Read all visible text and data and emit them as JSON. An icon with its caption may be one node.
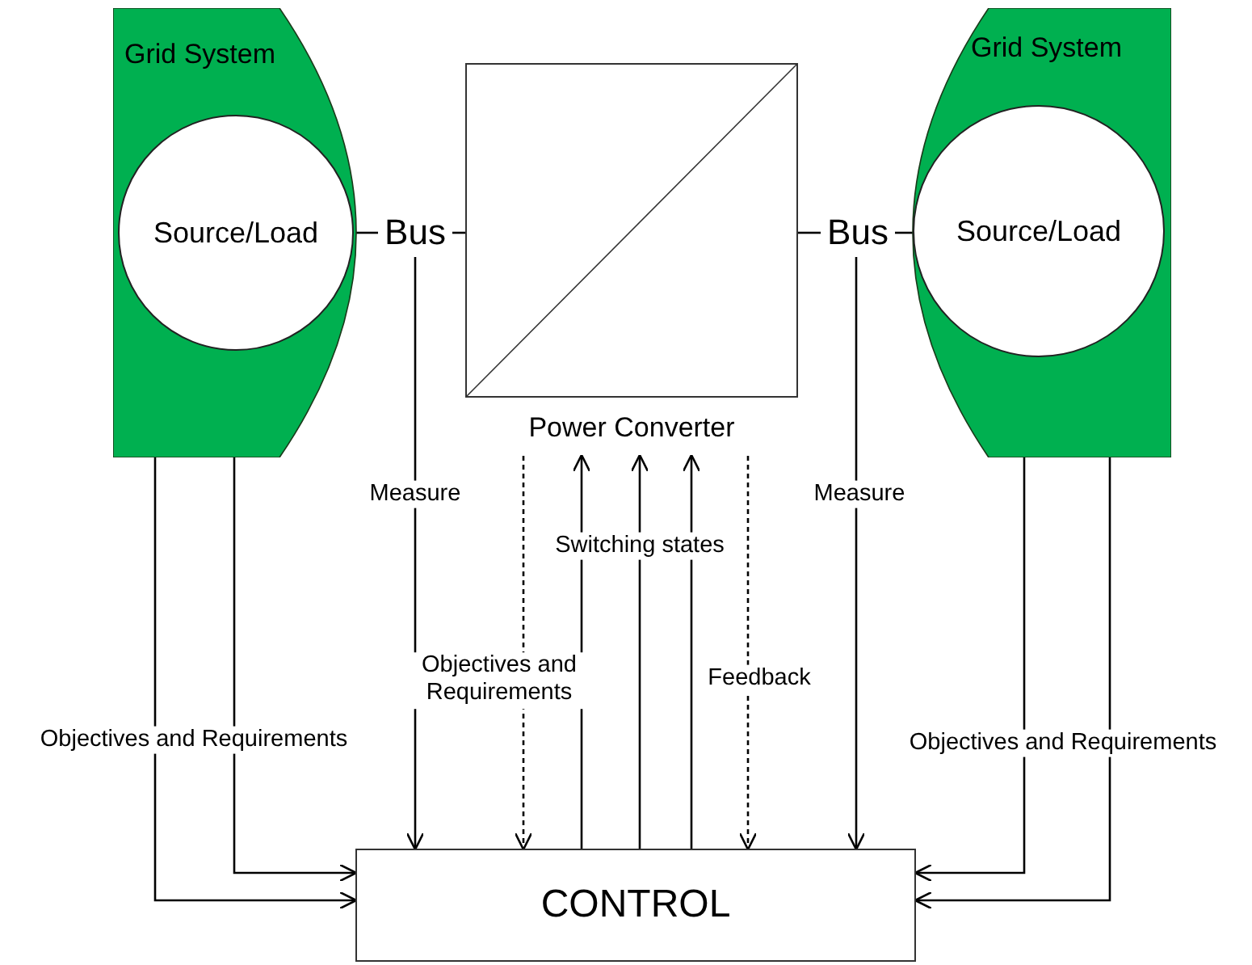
{
  "diagram": {
    "nodes": [
      {
        "text": [
          "Grid System"
        ]
      },
      {
        "text": [
          "Source/Load"
        ],
        "in": 0
      },
      {
        "text": [
          "Bus"
        ]
      },
      {
        "text": [
          "Power Converter"
        ]
      },
      {
        "text": [
          "Bus"
        ]
      },
      {
        "text": [
          "Grid System"
        ]
      },
      {
        "text": [
          "Source/Load"
        ],
        "in": 5
      },
      {
        "text": [
          "CONTROL"
        ]
      }
    ],
    "edges": [
      {
        "from": 1,
        "to": 2,
        "arrow": "none"
      },
      {
        "from": 2,
        "to": 3,
        "arrow": "none"
      },
      {
        "from": 3,
        "to": 4,
        "arrow": "none"
      },
      {
        "from": 4,
        "to": 6,
        "arrow": "none"
      },
      {
        "from": 2,
        "to": 7,
        "arrow": "to",
        "label": "Measure"
      },
      {
        "from": 0,
        "to": 7,
        "arrow": "to",
        "label": "Objectives and Requirements"
      },
      {
        "from": 1,
        "to": 7,
        "arrow": "to"
      },
      {
        "from": 3,
        "to": 7,
        "arrow": "to",
        "style": "dashed",
        "label": "Objectives and Requirements"
      },
      {
        "from": 7,
        "to": 3,
        "arrow": "to"
      },
      {
        "from": 7,
        "to": 3,
        "arrow": "to",
        "label": "Switching states"
      },
      {
        "from": 7,
        "to": 3,
        "arrow": "to"
      },
      {
        "from": 3,
        "to": 7,
        "arrow": "to",
        "style": "dashed",
        "label": "Feedback"
      },
      {
        "from": 4,
        "to": 7,
        "arrow": "to",
        "label": "Measure"
      },
      {
        "from": 6,
        "to": 7,
        "arrow": "to"
      },
      {
        "from": 5,
        "to": 7,
        "arrow": "to",
        "label": "Objectives and Requirements"
      }
    ]
  }
}
